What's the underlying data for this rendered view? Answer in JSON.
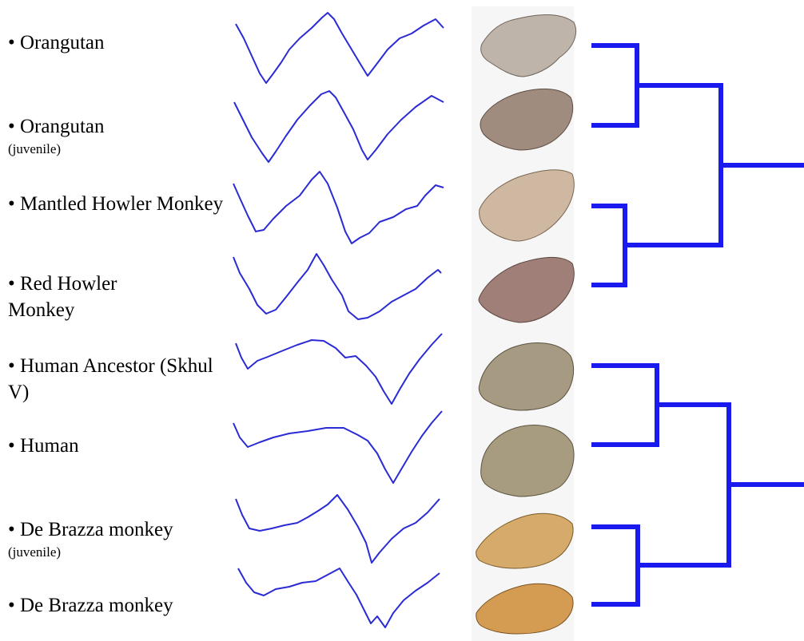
{
  "colors": {
    "curve": "#2b2bd6",
    "tree": "#1a1aee"
  },
  "specimens": [
    {
      "name": "• Orangutan",
      "note": ""
    },
    {
      "name": "• Orangutan",
      "note": "(juvenile)"
    },
    {
      "name": "• Mantled Howler Monkey",
      "note": ""
    },
    {
      "name": "• Red Howler Monkey",
      "note": ""
    },
    {
      "name": "• Human Ancestor (Skhul V)",
      "note": ""
    },
    {
      "name": "• Human",
      "note": ""
    },
    {
      "name": "• De Brazza monkey",
      "note": "(juvenile)"
    },
    {
      "name": "• De Brazza monkey",
      "note": ""
    }
  ]
}
